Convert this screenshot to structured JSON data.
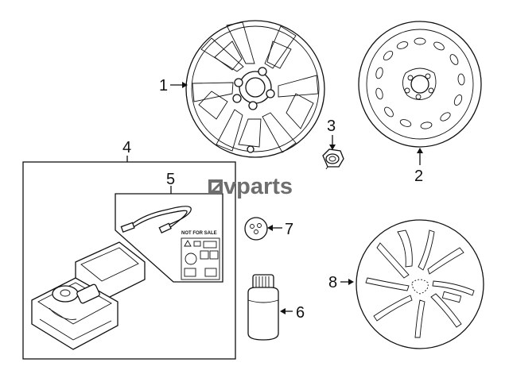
{
  "callouts": {
    "c1": "1",
    "c2": "2",
    "c3": "3",
    "c4": "4",
    "c5": "5",
    "c6": "6",
    "c7": "7",
    "c8": "8"
  },
  "watermark": {
    "text": "vparts",
    "color": "#6e6e6e",
    "icon": "arrow-logo-icon"
  },
  "labels": {
    "not_for_sale": "NOT FOR SALE"
  }
}
